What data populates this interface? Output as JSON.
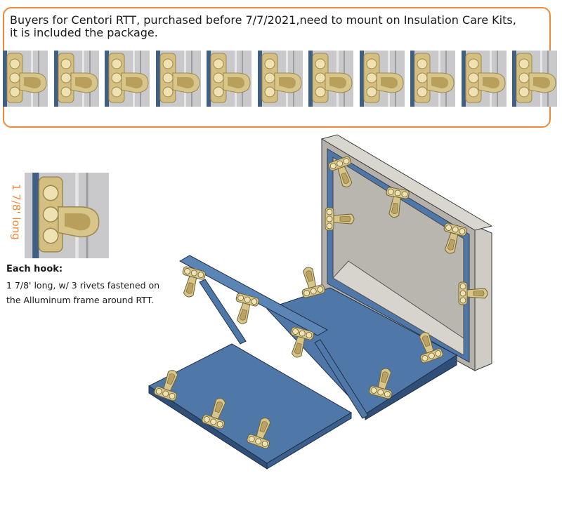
{
  "notice": {
    "line1": "Buyers for Centori RTT, purchased before 7/7/2021,need to mount on Insulation Care Kits,",
    "line2": "it is included the package."
  },
  "hook_photo": {
    "length_label": "1 7/8' long"
  },
  "caption": {
    "title": "Each hook:",
    "body": "1 7/8' long, w/ 3 rivets fastened on the Alluminum frame around RTT."
  },
  "colors": {
    "accent": "#f0883a",
    "panel_blue": "#4f78a8",
    "brass": "#d8c58a",
    "frame_gray": "#b5b1aa"
  },
  "icons": [
    "hook-photo-icon",
    "tent-assembly-drawing"
  ]
}
